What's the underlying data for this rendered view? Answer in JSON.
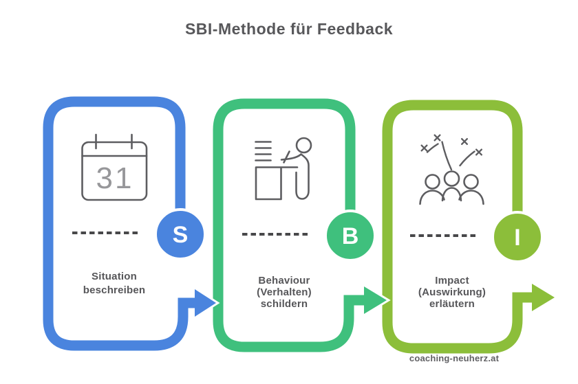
{
  "title": "SBI-Methode für Feedback",
  "watermark": "coaching-neuherz.at",
  "colors": {
    "step_s": "#4a84de",
    "step_b": "#3fc07d",
    "step_i": "#8cbe3a",
    "title_text": "#57575a",
    "label_text": "#565659",
    "icon_stroke": "#5d5d60",
    "calendar_digits": "#97979a",
    "dash": "#48484a",
    "letter": "#ffffff",
    "background": "#ffffff"
  },
  "steps": [
    {
      "letter": "S",
      "label_lines": [
        "Situation",
        "beschreiben"
      ],
      "icon": "calendar-icon",
      "calendar_day": "31",
      "color": "#4a84de"
    },
    {
      "letter": "B",
      "label_lines": [
        "Behaviour",
        "(Verhalten)",
        "schildern"
      ],
      "icon": "speaker-at-lectern-icon",
      "color": "#3fc07d"
    },
    {
      "letter": "I",
      "label_lines": [
        "Impact",
        "(Auswirkung)",
        "erläutern"
      ],
      "icon": "audience-impact-icon",
      "color": "#8cbe3a"
    }
  ]
}
